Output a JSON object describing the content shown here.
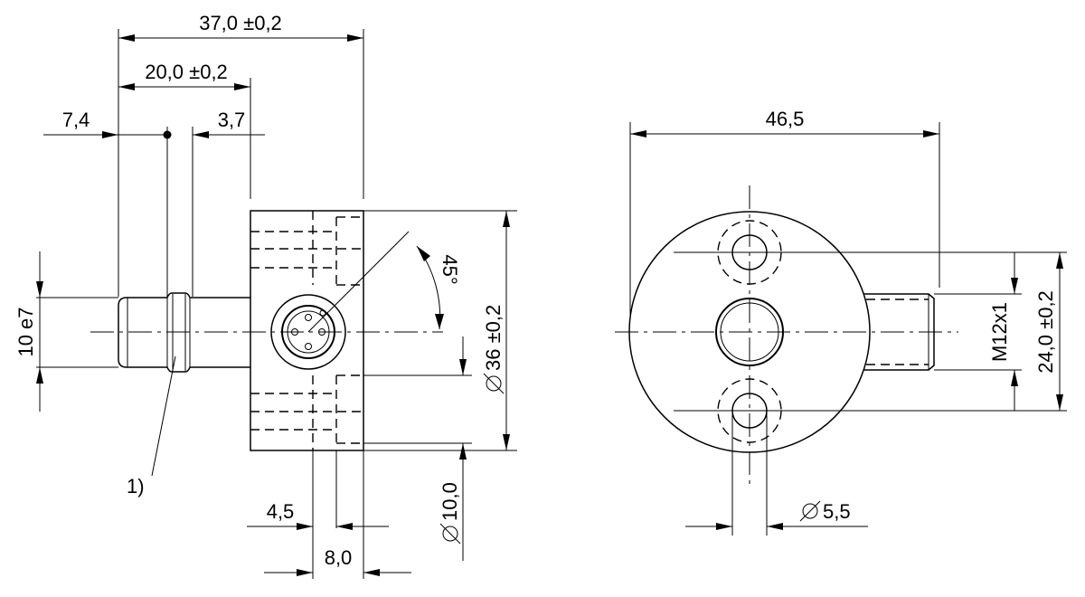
{
  "dimensions": {
    "overall_length": "37,0 ±0,2",
    "body_offset": "20,0 ±0,2",
    "left_ext": "7,4",
    "right_ext": "3,7",
    "shaft_dia": "10 e7",
    "angle": "45°",
    "body_dia": "36 ±0,2",
    "bore_dia": "10,0",
    "slot_offset": "4,5",
    "slot_width": "8,0",
    "flange_width": "46,5",
    "thread": "M12x1",
    "hole_spacing": "24,0 ±0,2",
    "hole_dia": "5,5"
  },
  "notes": {
    "callout_1": "1)"
  },
  "symbols": {
    "diameter": "diameter-symbol"
  }
}
